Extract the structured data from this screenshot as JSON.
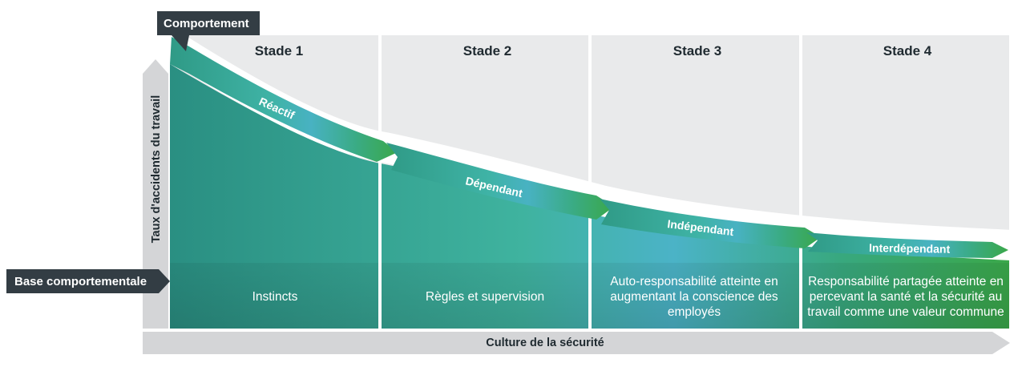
{
  "tags": {
    "behavior": "Comportement",
    "baseline": "Base comportementale"
  },
  "axes": {
    "x_label": "Culture de la sécurité",
    "y_label": "Taux d'accidents du travail"
  },
  "stages": [
    {
      "title": "Stade 1",
      "arrow_label": "Réactif",
      "base_text": "Instincts"
    },
    {
      "title": "Stade 2",
      "arrow_label": "Dépendant",
      "base_text": "Règles et supervision"
    },
    {
      "title": "Stade 3",
      "arrow_label": "Indépendant",
      "base_text": "Auto-responsabilité atteinte en augmentant la conscience des employés"
    },
    {
      "title": "Stade 4",
      "arrow_label": "Interdépendant",
      "base_text": "Responsabilité partagée atteinte en percevant la santé et la sécurité au travail comme une valeur commune"
    }
  ],
  "colors": {
    "panel_bg": "#e9eaeb",
    "axis_gray": "#d4d5d7",
    "tag_dark": "#333d44",
    "teal_dark": "#2a8f82",
    "teal_mid": "#3fb39f",
    "blue_light": "#4bb3c7",
    "green": "#3aa84a"
  }
}
